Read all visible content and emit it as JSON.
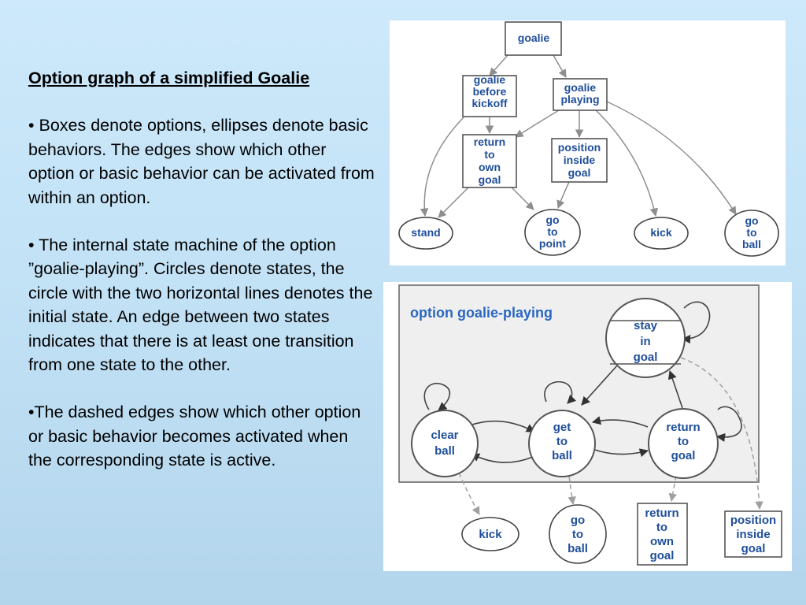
{
  "text": {
    "title": "Option graph of a simplified Goalie",
    "bullet1": "• Boxes denote options, ellipses denote basic behaviors. The edges show which other option or basic behavior can be activated from within an option.",
    "bullet2": "• The internal state machine of the option ”goalie-playing”. Circles denote states, the circle with the two horizontal lines denotes the initial state. An edge between two states indicates that there is at least one transition from one state to the other.",
    "bullet3": "•The dashed edges show which other option or basic behavior becomes activated when the corresponding state is active."
  },
  "option_graph": {
    "nodes": {
      "goalie": [
        "goalie"
      ],
      "goalie_before_kickoff": [
        "goalie",
        "before",
        "kickoff"
      ],
      "goalie_playing": [
        "goalie",
        "playing"
      ],
      "return_to_own_goal": [
        "return",
        "to",
        "own",
        "goal"
      ],
      "position_inside_goal": [
        "position",
        "inside",
        "goal"
      ],
      "stand": [
        "stand"
      ],
      "go_to_point": [
        "go",
        "to",
        "point"
      ],
      "kick": [
        "kick"
      ],
      "go_to_ball": [
        "go",
        "to",
        "ball"
      ]
    }
  },
  "state_machine": {
    "title": "option goalie-playing",
    "states": {
      "stay_in_goal": [
        "stay",
        "in",
        "goal"
      ],
      "clear_ball": [
        "clear",
        "ball"
      ],
      "get_to_ball": [
        "get",
        "to",
        "ball"
      ],
      "return_to_goal": [
        "return",
        "to",
        "goal"
      ]
    },
    "activated": {
      "kick": [
        "kick"
      ],
      "go_to_ball": [
        "go",
        "to",
        "ball"
      ],
      "return_to_own_goal": [
        "return",
        "to",
        "own",
        "goal"
      ],
      "position_inside_goal": [
        "position",
        "inside",
        "goal"
      ]
    }
  }
}
